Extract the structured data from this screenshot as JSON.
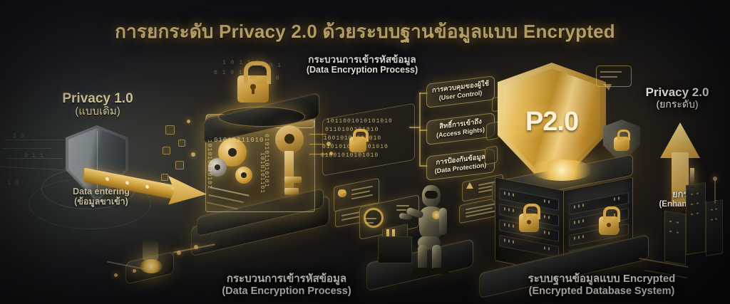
{
  "header": {
    "title": "การยกระดับ Privacy 2.0 ด้วยระบบฐานข้อมูลแบบ Encrypted"
  },
  "left_section": {
    "privacy1_title": "Privacy 1.0",
    "privacy1_subtitle": "(แบบเดิม)",
    "data_entering_th": "Data entering",
    "data_entering_sub": "(ข้อมูลขาเข้า)",
    "shield_icon": "shield-gray-icon",
    "arrow_icon": "arrow-right-gold-icon"
  },
  "center_section": {
    "process_label_th": "กระบวนการเข้ารหัสข้อมูล",
    "process_label_en": "(Data Encryption Process)",
    "padlock_icon": "padlock-gold-icon",
    "key_icon": "key-gold-icon",
    "gears_icon": "gears-icon",
    "binary_strings": [
      "01010211010",
      "1011001010101010",
      "0110100101010",
      "10010101101010",
      "0101010010101010",
      "01001010101010"
    ]
  },
  "branches": [
    {
      "th": "การควบคุมของผู้ใช้",
      "en": "(User Control)"
    },
    {
      "th": "สิทธิ์การเข้าถึง",
      "en": "(Access Rights)"
    },
    {
      "th": "การป้องกันข้อมูล",
      "en": "(Data Protection)"
    }
  ],
  "right_section": {
    "privacy2_title": "Privacy 2.0",
    "privacy2_subtitle": "(ยกระดับ)",
    "shield_badge_text": "P2.0",
    "shield_icon": "shield-gold-icon",
    "mini_shield_icon": "shield-lock-icon",
    "enhancement_th": "ยกระดับ",
    "enhancement_en": "(Enhancement)",
    "arrow_icon": "arrow-up-gold-icon"
  },
  "captions": {
    "left_th": "กระบวนการเข้ารหัสข้อมูล",
    "left_en": "(Data Encryption Process)",
    "right_th": "ระบบฐานข้อมูลแบบ Encrypted",
    "right_en": "(Encrypted Database System)"
  },
  "scene": {
    "robot_icon": "humanoid-robot-icon",
    "terminal_icon": "control-terminal-icon",
    "server_rack_icon": "server-rack-icon",
    "server_locks": [
      "padlock-gold-icon",
      "padlock-gold-icon"
    ],
    "alert_cards_icon": "warning-card-icon",
    "skyline_icon": "city-skyline-icon",
    "chat_bubble_icon": "chat-bubble-icon"
  },
  "colors": {
    "background": "#15151b",
    "gold": "#e0b048",
    "gold_light": "#f6dd96",
    "gold_dark": "#8a6318",
    "text_light": "#f4f1e7",
    "text_muted": "#cfc49a",
    "shield_gray": "#7d8488"
  }
}
